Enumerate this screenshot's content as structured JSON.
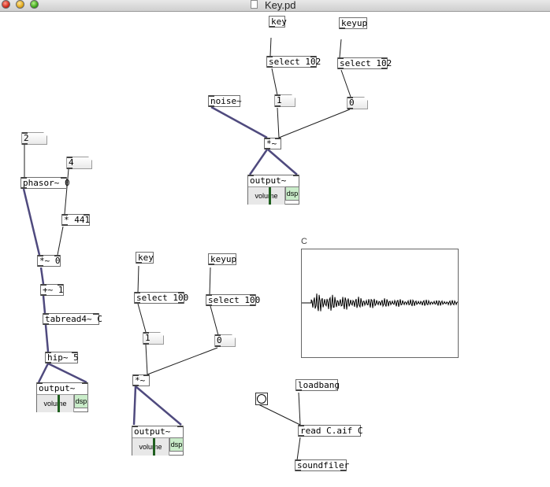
{
  "window": {
    "title": "Key.pd"
  },
  "objects": {
    "key1": "key",
    "keyup1": "keyup",
    "select102a": "select 102",
    "select102b": "select 102",
    "noise": "noise~",
    "mul1": "*~",
    "phasor": "phasor~ 0",
    "mul441": "* 441",
    "mul0": "*~ 0",
    "plus1": "+~ 1",
    "tabread": "tabread4~ C",
    "hip": "hip~ 5",
    "key2": "key",
    "keyup2": "keyup",
    "select100a": "select 100",
    "select100b": "select 100",
    "mul2": "*~",
    "loadbang": "loadbang",
    "read": "read C.aif C",
    "soundfiler": "soundfiler"
  },
  "numbers": {
    "n1a": "1",
    "n0a": "0",
    "n2": "2",
    "n4": "4",
    "n1b": "1",
    "n0b": "0"
  },
  "output": {
    "label": "output~",
    "volume": "volume",
    "dsp": "dsp"
  },
  "array": {
    "name": "C"
  },
  "colors": {
    "signal_wire": "#4f4a7e",
    "control_wire": "#1e1e1e",
    "dsp_green": "#c9ecc9"
  }
}
